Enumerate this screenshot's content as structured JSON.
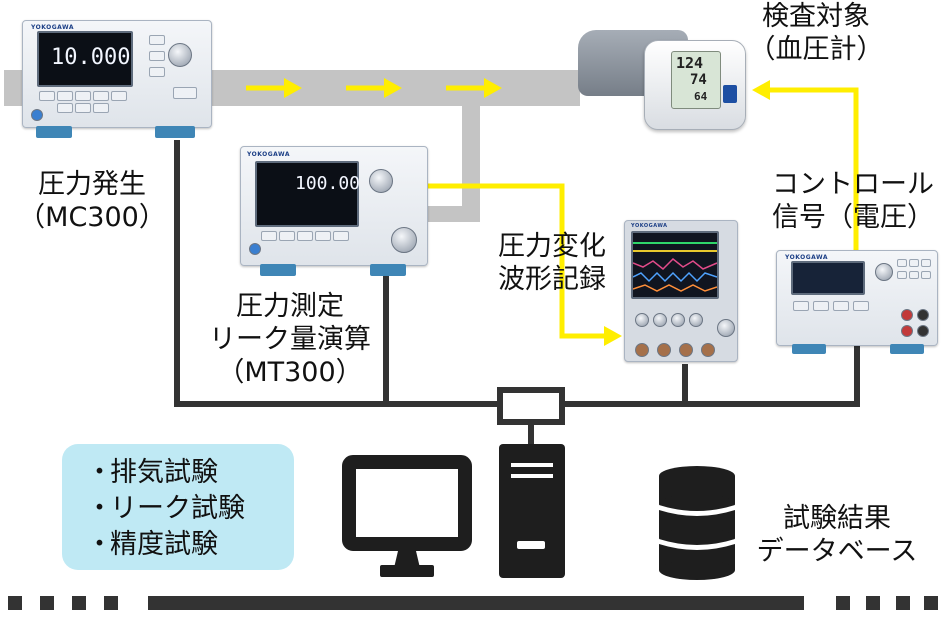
{
  "devices": {
    "mc300": {
      "brand": "YOKOGAWA",
      "reading": "10.000"
    },
    "mt300": {
      "brand": "YOKOGAWA",
      "reading": "100.00"
    },
    "recorder": {
      "brand": "YOKOGAWA"
    },
    "source": {
      "brand": "YOKOGAWA"
    }
  },
  "bp_monitor": {
    "sys": "124",
    "dia": "74",
    "pulse": "64"
  },
  "labels": {
    "test_target": [
      "検査対象",
      "（血圧計）"
    ],
    "pressure_gen": [
      "圧力発生",
      "（MC300）"
    ],
    "pressure_meas": [
      "圧力測定",
      "リーク量演算",
      "（MT300）"
    ],
    "waveform": [
      "圧力変化",
      "波形記録"
    ],
    "control": [
      "コントロール",
      "信号（電圧）"
    ],
    "db": [
      "試験結果",
      "データベース"
    ]
  },
  "tests": {
    "bullet": "・",
    "items": [
      "排気試験",
      "リーク試験",
      "精度試験"
    ]
  },
  "colors": {
    "pipe": "#c4c4c4",
    "signal": "#ffee00",
    "cable": "#333333",
    "panel": "#bfe9f4"
  }
}
